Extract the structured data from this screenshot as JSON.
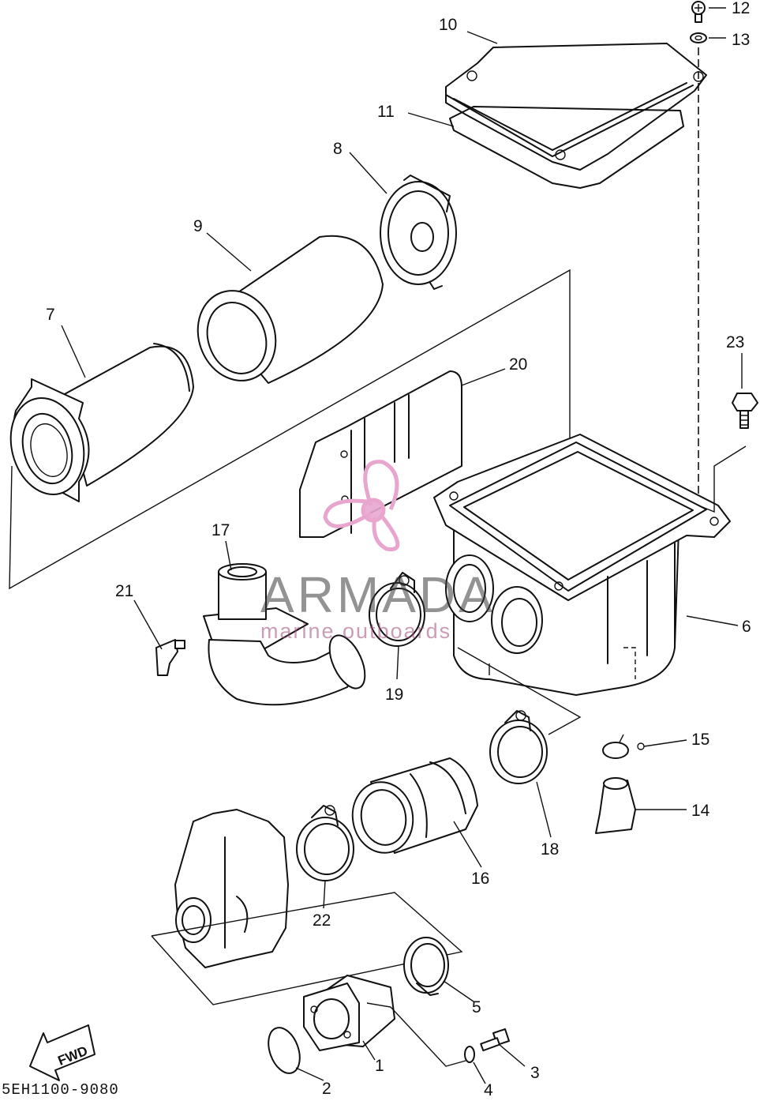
{
  "diagram": {
    "part_callouts": [
      "1",
      "2",
      "3",
      "4",
      "5",
      "6",
      "7",
      "8",
      "9",
      "10",
      "11",
      "12",
      "13",
      "14",
      "15",
      "16",
      "17",
      "18",
      "19",
      "20",
      "21",
      "22",
      "23"
    ],
    "diagram_code": "5EH1100-9080",
    "fwd_label": "FWD",
    "watermark": {
      "title": "ARMADA",
      "subtitle": "marine outboards",
      "accent_color": "#e8a6cf"
    }
  }
}
